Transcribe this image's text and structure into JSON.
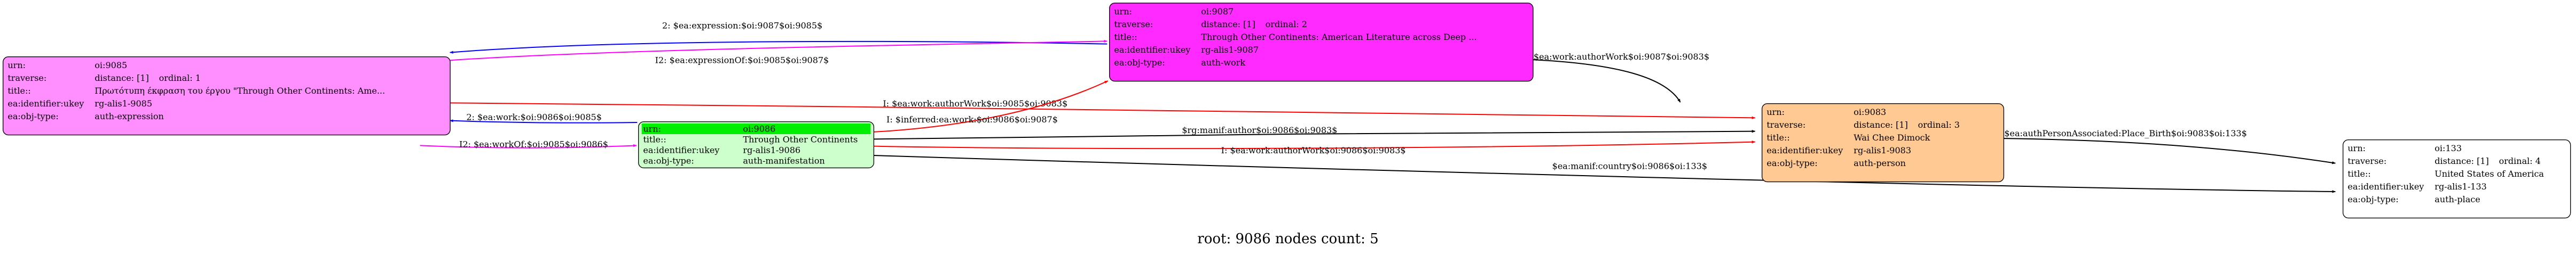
{
  "nodes": {
    "n9087": {
      "urn": "oi:9087",
      "traverse_distance": "distance: [1]",
      "traverse_ordinal": "ordinal: 2",
      "title": "Through Other Continents: American Literature across Deep ...",
      "ukey": "rg-alis1-9087",
      "objtype": "auth-work",
      "fill": "#ff2aff",
      "header_fill": "#ff2aff"
    },
    "n9085": {
      "urn": "oi:9085",
      "traverse_distance": "distance: [1]",
      "traverse_ordinal": "ordinal: 1",
      "title": "Πρωτότυπη έκφραση του έργου \"Through Other Continents: Ame...",
      "ukey": "rg-alis1-9085",
      "objtype": "auth-expression",
      "fill": "#ff8eff",
      "header_fill": "#ff8eff"
    },
    "n9086": {
      "urn": "oi:9086",
      "traverse_distance": "",
      "traverse_ordinal": "",
      "title": "Through Other Continents",
      "ukey": "rg-alis1-9086",
      "objtype": "auth-manifestation",
      "fill": "#ccffcc",
      "header_fill": "#00ee00"
    },
    "n9083": {
      "urn": "oi:9083",
      "traverse_distance": "distance: [1]",
      "traverse_ordinal": "ordinal: 3",
      "title": "Wai Chee Dimock",
      "ukey": "rg-alis1-9083",
      "objtype": "auth-person",
      "fill": "#ffc993",
      "header_fill": "#ffc993"
    },
    "n133": {
      "urn": "oi:133",
      "traverse_distance": "distance: [1]",
      "traverse_ordinal": "ordinal: 4",
      "title": "United States of America",
      "ukey": "rg-alis1-133",
      "objtype": "auth-place",
      "fill": "#ffffff",
      "header_fill": "#ffffff"
    }
  },
  "keys": {
    "urn": "urn:",
    "traverse": "traverse:",
    "title": "title::",
    "ukey": "ea:identifier:ukey",
    "objtype": "ea:obj-type:"
  },
  "edges": {
    "e1": {
      "label": "2: $ea:expression:$oi:9087$oi:9085$",
      "color": "#0000ff"
    },
    "e2": {
      "label": "I2: $ea:expressionOf:$oi:9085$oi:9087$",
      "color": "#ff00ff"
    },
    "e3": {
      "label": "2: $ea:work:$oi:9086$oi:9085$",
      "color": "#0000ff"
    },
    "e4": {
      "label": "I2: $ea:workOf:$oi:9085$oi:9086$",
      "color": "#ff00ff"
    },
    "e5": {
      "label": "$ea:work:authorWork$oi:9087$oi:9083$",
      "color": "#000000"
    },
    "e6": {
      "label": "I: $ea:work:authorWork$oi:9085$oi:9083$",
      "color": "#ff0000"
    },
    "e7": {
      "label": "I: $inferred:ea:work:$oi:9086$oi:9087$",
      "color": "#ff0000"
    },
    "e8": {
      "label": "$rg:manif:author$oi:9086$oi:9083$",
      "color": "#000000"
    },
    "e9": {
      "label": "I: $ea:work:authorWork$oi:9086$oi:9083$",
      "color": "#ff0000"
    },
    "e10": {
      "label": "$ea:manif:country$oi:9086$oi:133$",
      "color": "#000000"
    },
    "e11": {
      "label": "$ea:authPersonAssociated:Place_Birth$oi:9083$oi:133$",
      "color": "#000000"
    }
  },
  "caption": "root: 9086 nodes count: 5"
}
